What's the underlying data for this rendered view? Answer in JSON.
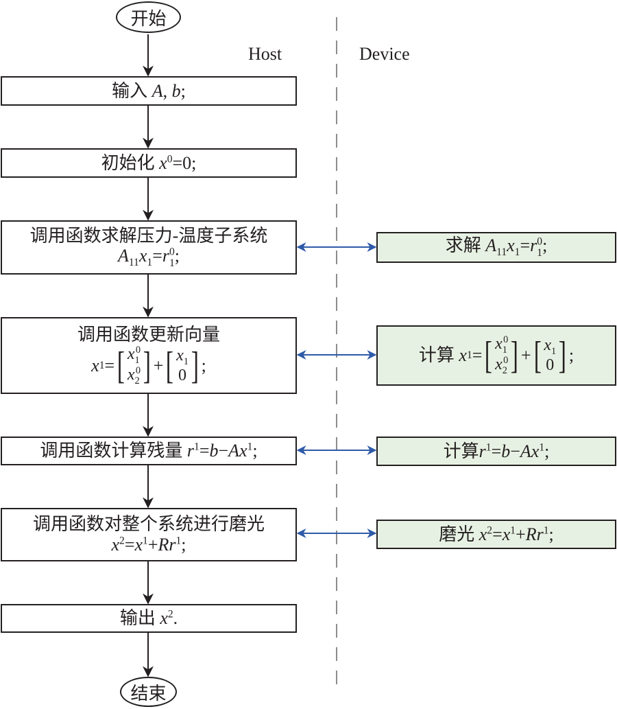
{
  "lanes": {
    "host": "Host",
    "device": "Device"
  },
  "start": "开始",
  "end": "结束",
  "host_steps": [
    {
      "id": "input",
      "text": "输入",
      "math": "A, b;"
    },
    {
      "id": "init",
      "text": "初始化",
      "math": "x⁰=0;"
    },
    {
      "id": "solve",
      "text": "调用函数求解压力-温度子系统",
      "math": "A₁₁x₁=r₁⁰;"
    },
    {
      "id": "update",
      "text": "调用函数更新向量",
      "math": "x¹=[x₁⁰; x₂⁰]+[x₁; 0];"
    },
    {
      "id": "residual",
      "text": "调用函数计算残量",
      "math": "r¹=b−Ax¹;"
    },
    {
      "id": "smooth",
      "text": "调用函数对整个系统进行磨光",
      "math": "x²=x¹+Rr¹;"
    },
    {
      "id": "output",
      "text": "输出",
      "math": "x²."
    }
  ],
  "device_steps": [
    {
      "id": "solve",
      "text": "求解",
      "math": "A₁₁x₁=r₁⁰;"
    },
    {
      "id": "update",
      "text": "计算",
      "math": "x¹=[x₁⁰; x₂⁰]+[x₁; 0];"
    },
    {
      "id": "residual",
      "text": "计算",
      "math": "r¹=b−Ax¹;"
    },
    {
      "id": "smooth",
      "text": "磨光",
      "math": "x²=x¹+Rr¹;"
    }
  ],
  "colors": {
    "device_fill": "#e7f1e3",
    "link_arrow": "#2e5aa8",
    "flow_arrow": "#231f20",
    "divider": "#8c8c8c"
  }
}
